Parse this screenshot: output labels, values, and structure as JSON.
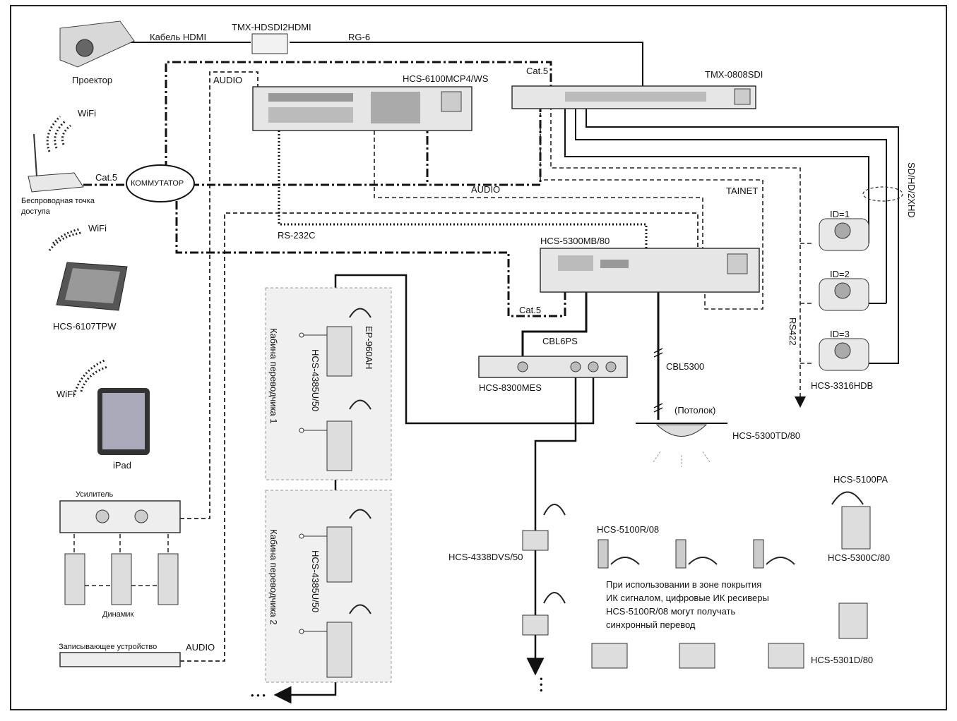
{
  "labels": {
    "hdmi_cable": "Кабель HDMI",
    "tmx_hdsdi": "TMX-HDSDI2HDMI",
    "rg6": "RG-6",
    "projector": "Проектор",
    "audio_top": "AUDIO",
    "mcp": "HCS-6100MCP4/WS",
    "cat5_top": "Cat.5",
    "tmx0808": "TMX-0808SDI",
    "wifi1": "WiFi",
    "cat5_ap": "Cat.5",
    "switch": "КОММУТАТОР",
    "ap": "Беспроводная точка",
    "ap2": "доступа",
    "audio_mid": "AUDIO",
    "tainet": "TAINET",
    "sdhd": "SD/HD/2XHD",
    "wifi2": "WiFi",
    "rs232": "RS-232C",
    "mb": "HCS-5300MB/80",
    "id1": "ID=1",
    "id2": "ID=2",
    "id3": "ID=3",
    "tpw": "HCS-6107TPW",
    "rs422": "RS422",
    "cat5_mb": "Cat.5",
    "cbl6ps": "CBL6PS",
    "cbl5300": "CBL5300",
    "cam": "HCS-3316HDB",
    "wifi3": "WiFi",
    "mes": "HCS-8300MES",
    "ceiling": "(Потолок)",
    "td": "HCS-5300TD/80",
    "ipad": "iPad",
    "booth1": "Кабина переводчика  1",
    "booth2": "Кабина переводчика  2",
    "hcs4385a": "HCS-4385U/50",
    "hcs4385b": "HCS-4385U/50",
    "ep960": "EP-960AH",
    "amp": "Усилитель",
    "pa": "HCS-5100PA",
    "r08": "HCS-5100R/08",
    "dvs": "HCS-4338DVS/50",
    "c80": "HCS-5300C/80",
    "speaker": "Динамик",
    "note1": "При использовании в зоне покрытия",
    "note2": "ИК сигналом, цифровые ИК ресиверы",
    "note3": "HCS-5100R/08 могут получать",
    "note4": "синхронный перевод",
    "recorder": "Записывающее устройство",
    "audio_rec": "AUDIO",
    "d80": "HCS-5301D/80",
    "dots_bottom": "• • •",
    "dots_left": "• • •"
  }
}
